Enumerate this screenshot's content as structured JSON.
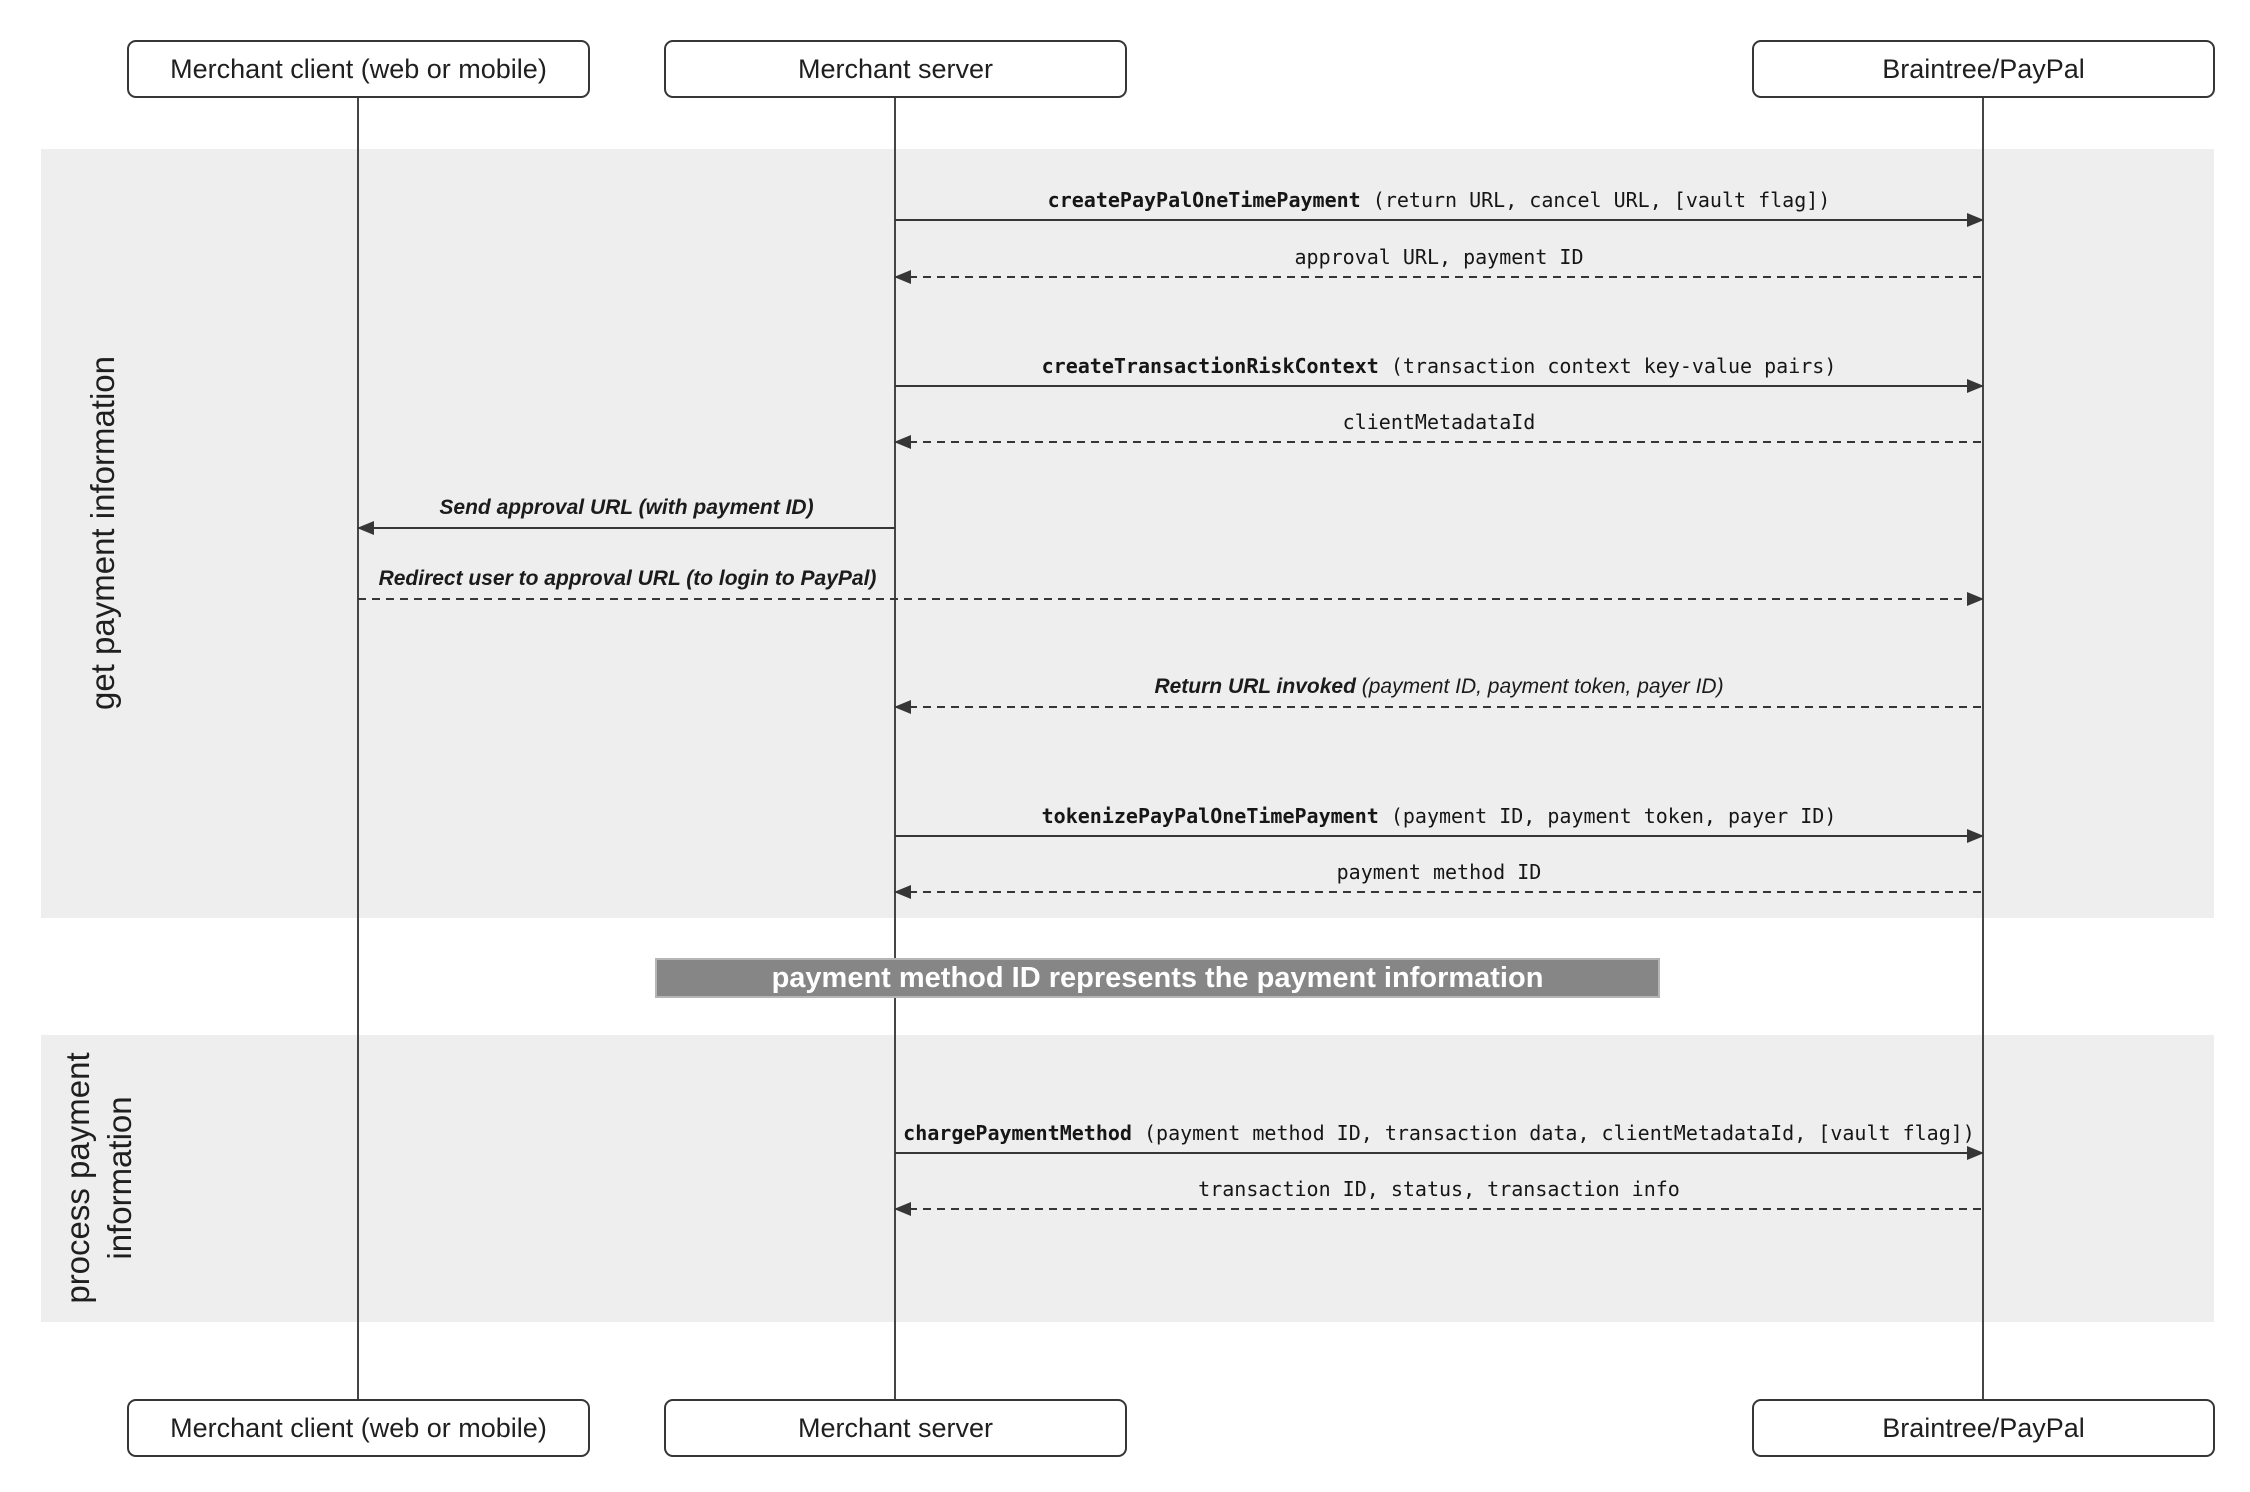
{
  "actors": {
    "client": "Merchant client (web or mobile)",
    "server": "Merchant server",
    "paypal": "Braintree/PayPal"
  },
  "sections": {
    "get_payment": "get payment information",
    "process_payment": "process payment information"
  },
  "note": "payment method ID represents the payment information",
  "messages": [
    {
      "strong": "createPayPalOneTimePayment",
      "rest": " (return URL, cancel URL, [vault flag])"
    },
    {
      "strong": "",
      "rest": "approval URL, payment ID"
    },
    {
      "strong": "createTransactionRiskContext",
      "rest": " (transaction context key-value pairs)"
    },
    {
      "strong": "",
      "rest": "clientMetadataId"
    },
    {
      "strong": "Send approval URL (with payment ID)",
      "rest": ""
    },
    {
      "strong": "Redirect user to approval URL (to login to PayPal)",
      "rest": ""
    },
    {
      "strong": "Return URL invoked",
      "rest": " (payment ID, payment token, payer ID)"
    },
    {
      "strong": "tokenizePayPalOneTimePayment",
      "rest": " (payment ID, payment token, payer ID)"
    },
    {
      "strong": "",
      "rest": "payment method ID"
    },
    {
      "strong": "chargePaymentMethod",
      "rest": " (payment method ID, transaction data, clientMetadataId, [vault flag])"
    },
    {
      "strong": "",
      "rest": "transaction ID, status, transaction info"
    }
  ],
  "colors": {
    "band": "#eeeeee",
    "line": "#363636",
    "text": "#1f1f1f",
    "note-bg": "#868686",
    "note-border": "#b5b5b5",
    "note-text": "#ffffff",
    "box-bg": "#ffffff"
  }
}
